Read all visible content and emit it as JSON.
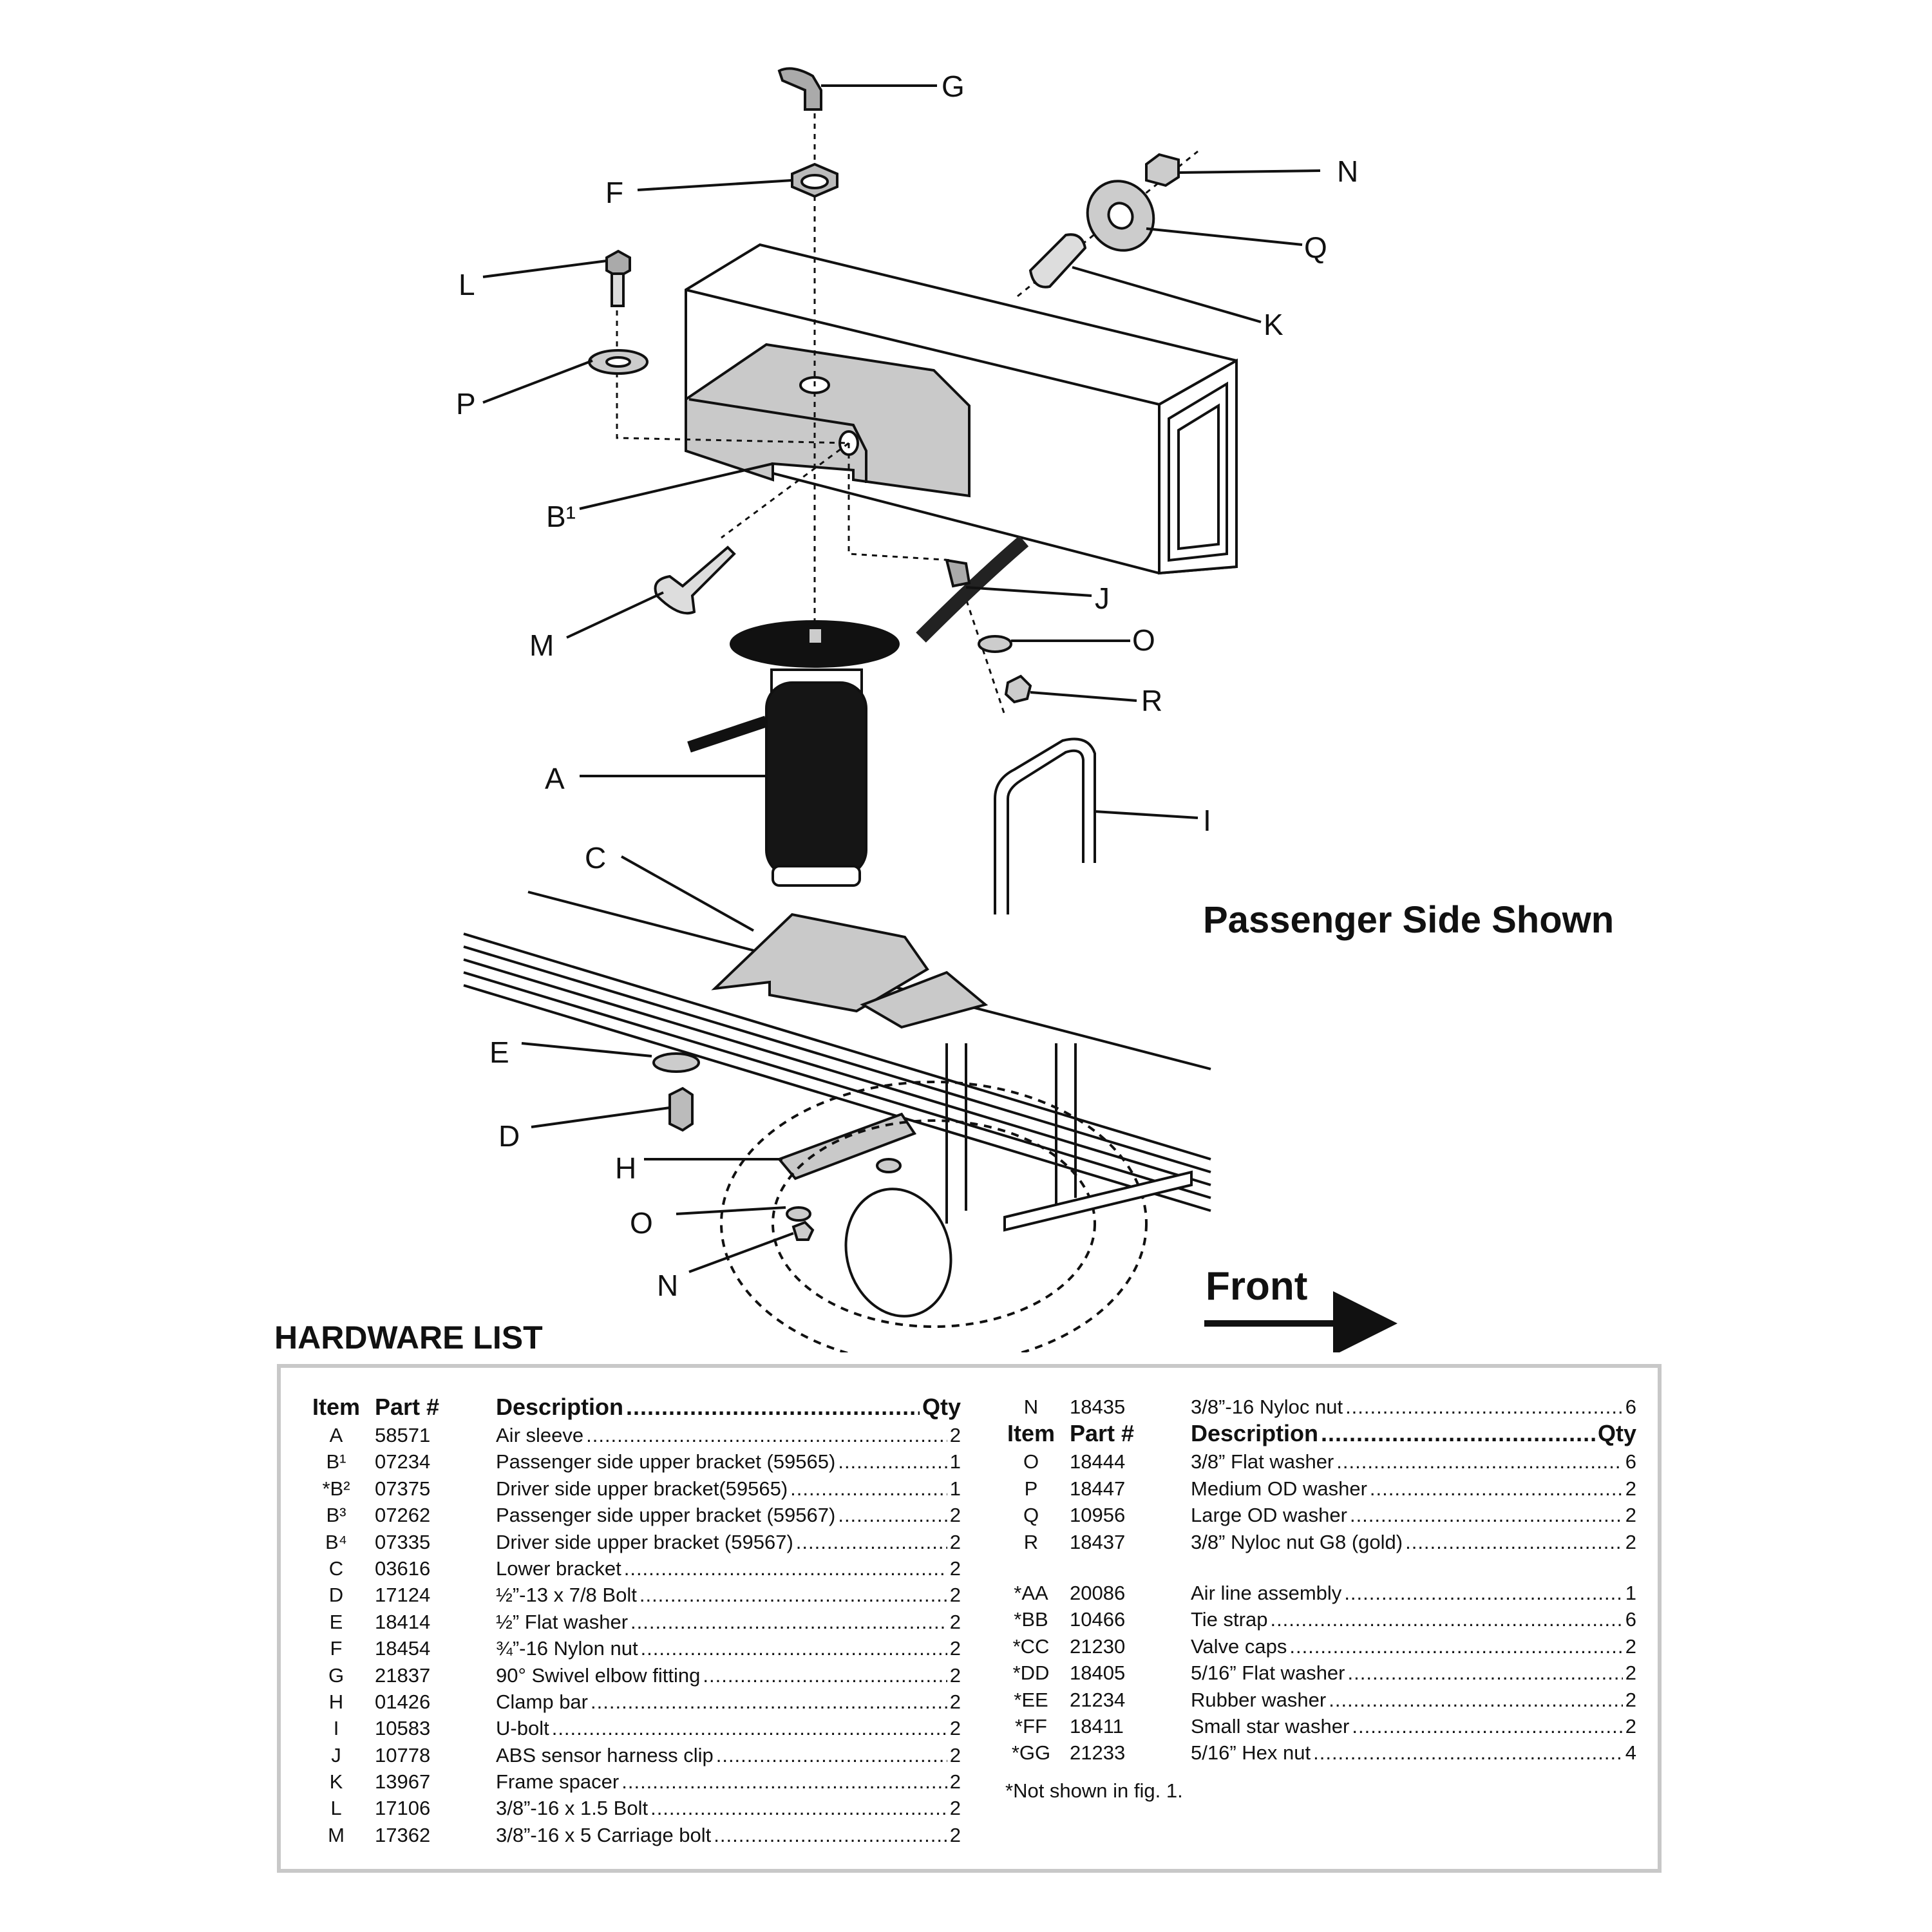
{
  "diagram": {
    "callouts": [
      "G",
      "F",
      "N",
      "Q",
      "L",
      "K",
      "P",
      "B¹",
      "M",
      "J",
      "O",
      "R",
      "A",
      "I",
      "C",
      "E",
      "D",
      "H",
      "O",
      "N"
    ],
    "note": "Passenger Side Shown",
    "direction_label": "Front"
  },
  "hardware": {
    "title": "HARDWARE LIST",
    "headers": {
      "item": "Item",
      "part": "Part #",
      "desc": "Description",
      "qty": "Qty"
    },
    "left_items": [
      {
        "item": "A",
        "part": "58571",
        "desc": "Air sleeve",
        "qty": "2"
      },
      {
        "item": "B¹",
        "part": "07234",
        "desc": "Passenger side upper bracket (59565)",
        "qty": "1"
      },
      {
        "item": "*B²",
        "part": "07375",
        "desc": "Driver side upper bracket(59565)",
        "qty": "1"
      },
      {
        "item": "B³",
        "part": "07262",
        "desc": "Passenger side upper bracket (59567)",
        "qty": "2"
      },
      {
        "item": "B⁴",
        "part": "07335",
        "desc": "Driver side upper bracket (59567)",
        "qty": "2"
      },
      {
        "item": "C",
        "part": "03616",
        "desc": "Lower bracket",
        "qty": "2"
      },
      {
        "item": "D",
        "part": "17124",
        "desc": "½”-13 x 7/8 Bolt",
        "qty": "2"
      },
      {
        "item": "E",
        "part": "18414",
        "desc": "½” Flat washer",
        "qty": "2"
      },
      {
        "item": "F",
        "part": "18454",
        "desc": "¾”-16 Nylon nut",
        "qty": "2"
      },
      {
        "item": "G",
        "part": "21837",
        "desc": "90° Swivel elbow fitting",
        "qty": "2"
      },
      {
        "item": "H",
        "part": "01426",
        "desc": "Clamp bar",
        "qty": "2"
      },
      {
        "item": "I",
        "part": "10583",
        "desc": "U-bolt",
        "qty": "2"
      },
      {
        "item": "J",
        "part": "10778",
        "desc": "ABS sensor harness clip",
        "qty": "2"
      },
      {
        "item": "K",
        "part": "13967",
        "desc": "Frame spacer",
        "qty": "2"
      },
      {
        "item": "L",
        "part": "17106",
        "desc": "3/8”-16 x 1.5 Bolt",
        "qty": "2"
      },
      {
        "item": "M",
        "part": "17362",
        "desc": "3/8”-16 x 5 Carriage bolt",
        "qty": "2"
      }
    ],
    "right_first": {
      "item": "N",
      "part": "18435",
      "desc": "3/8”-16 Nyloc nut",
      "qty": "6"
    },
    "right_items": [
      {
        "item": "O",
        "part": "18444",
        "desc": "3/8” Flat washer",
        "qty": "6"
      },
      {
        "item": "P",
        "part": "18447",
        "desc": "Medium OD washer",
        "qty": "2"
      },
      {
        "item": "Q",
        "part": "10956",
        "desc": "Large OD washer",
        "qty": "2"
      },
      {
        "item": "R",
        "part": "18437",
        "desc": "3/8” Nyloc nut G8 (gold)",
        "qty": "2"
      }
    ],
    "right_extra": [
      {
        "item": "*AA",
        "part": "20086",
        "desc": "Air line assembly",
        "qty": "1"
      },
      {
        "item": "*BB",
        "part": "10466",
        "desc": "Tie strap",
        "qty": "6"
      },
      {
        "item": "*CC",
        "part": "21230",
        "desc": "Valve caps",
        "qty": "2"
      },
      {
        "item": "*DD",
        "part": "18405",
        "desc": "5/16” Flat washer",
        "qty": "2"
      },
      {
        "item": "*EE",
        "part": "21234",
        "desc": "Rubber washer",
        "qty": "2"
      },
      {
        "item": "*FF",
        "part": "18411",
        "desc": "Small star washer",
        "qty": "2"
      },
      {
        "item": "*GG",
        "part": "21233",
        "desc": "5/16” Hex nut",
        "qty": "4"
      }
    ],
    "footnote": "*Not shown in fig. 1."
  }
}
